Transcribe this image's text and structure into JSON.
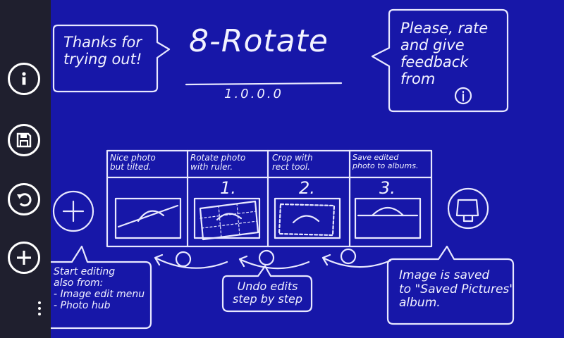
{
  "appbar": {
    "buttons": [
      {
        "name": "info",
        "icon": "info-icon"
      },
      {
        "name": "save",
        "icon": "save-icon"
      },
      {
        "name": "undo",
        "icon": "undo-icon"
      },
      {
        "name": "add",
        "icon": "add-icon"
      }
    ],
    "more_icon": "more-dots-icon"
  },
  "content": {
    "title": "8-Rotate",
    "version": "1.0.0.0",
    "bubble_thanks": "Thanks for\ntrying out!",
    "bubble_rate": "Please, rate\nand give\nfeedback\nfrom",
    "steps": [
      {
        "caption": "Nice photo\nbut tilted.",
        "number": ""
      },
      {
        "caption": "Rotate photo\nwith ruler.",
        "number": "1."
      },
      {
        "caption": "Crop with\nrect tool.",
        "number": "2."
      },
      {
        "caption": "Save edited\nphoto to albums.",
        "number": "3."
      }
    ],
    "bubble_start": "Start editing\nalso from:\n- Image edit menu\n- Photo hub",
    "bubble_undo": "Undo edits\nstep by step",
    "bubble_saved": "Image is saved\nto \"Saved Pictures\"\nalbum.",
    "colors": {
      "background": "#1717a8",
      "appbar": "#1f1f2e",
      "chalk": "#f2f2ff"
    }
  }
}
